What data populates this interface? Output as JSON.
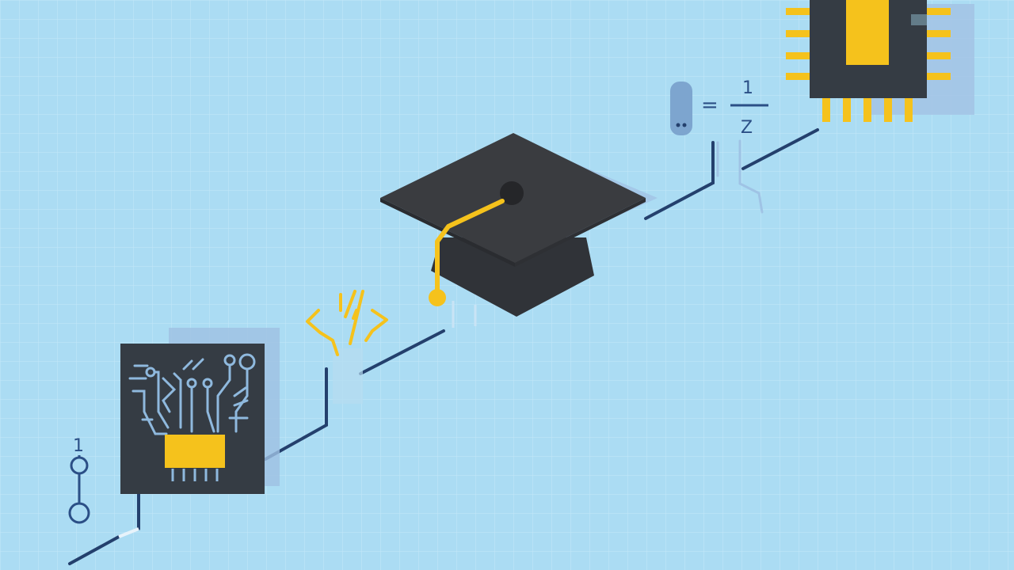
{
  "colors": {
    "background": "#abdcf3",
    "grid": "#c2e6f7",
    "path_line": "#24406d",
    "dark_object": "#353c44",
    "accent_yellow": "#f5c21c",
    "circuit_trace": "#8fb9de",
    "shadow": "#9fbfe0"
  },
  "scene": {
    "bottom_left_label": "1",
    "equation": {
      "equals": "=",
      "numerator": "1",
      "denominator": "Z"
    }
  }
}
